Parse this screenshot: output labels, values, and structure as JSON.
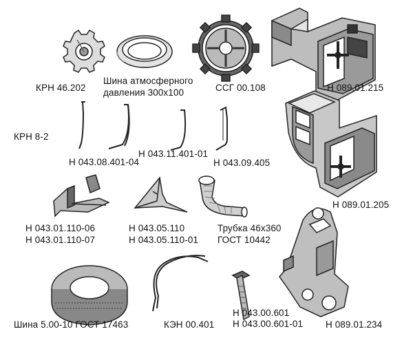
{
  "labels": {
    "krn_46_202": "КРН 46.202",
    "tire_300_line1": "Шина атмосферного",
    "tire_300_line2": "давления 300х100",
    "ssg_00_108": "ССГ 00.108",
    "n_089_01_215": "Н 089.01.215",
    "krn_8_2": "КРН 8-2",
    "n_043_08_401_04": "Н 043.08.401-04",
    "n_043_11_401_01": "Н 043.11.401-01",
    "n_043_09_405": "Н 043.09.405",
    "n_089_01_205": "Н 089.01.205",
    "n_043_01_110_06": "Н 043.01.110-06",
    "n_043_01_110_07": "Н 043.01.110-07",
    "n_043_05_110": "Н 043.05.110",
    "n_043_05_110_01": "Н 043.05.110-01",
    "tube_line1": "Трубка 46х360",
    "tube_line2": "ГОСТ 10442",
    "tire_500_10": "Шина 5.00-10 ГОСТ 17463",
    "ken_00_401": "КЭН 00.401",
    "n_043_00_601": "Н 043.00.601",
    "n_043_00_601_01": "Н 043.00.601-01",
    "n_089_01_234": "Н 089.01.234"
  }
}
